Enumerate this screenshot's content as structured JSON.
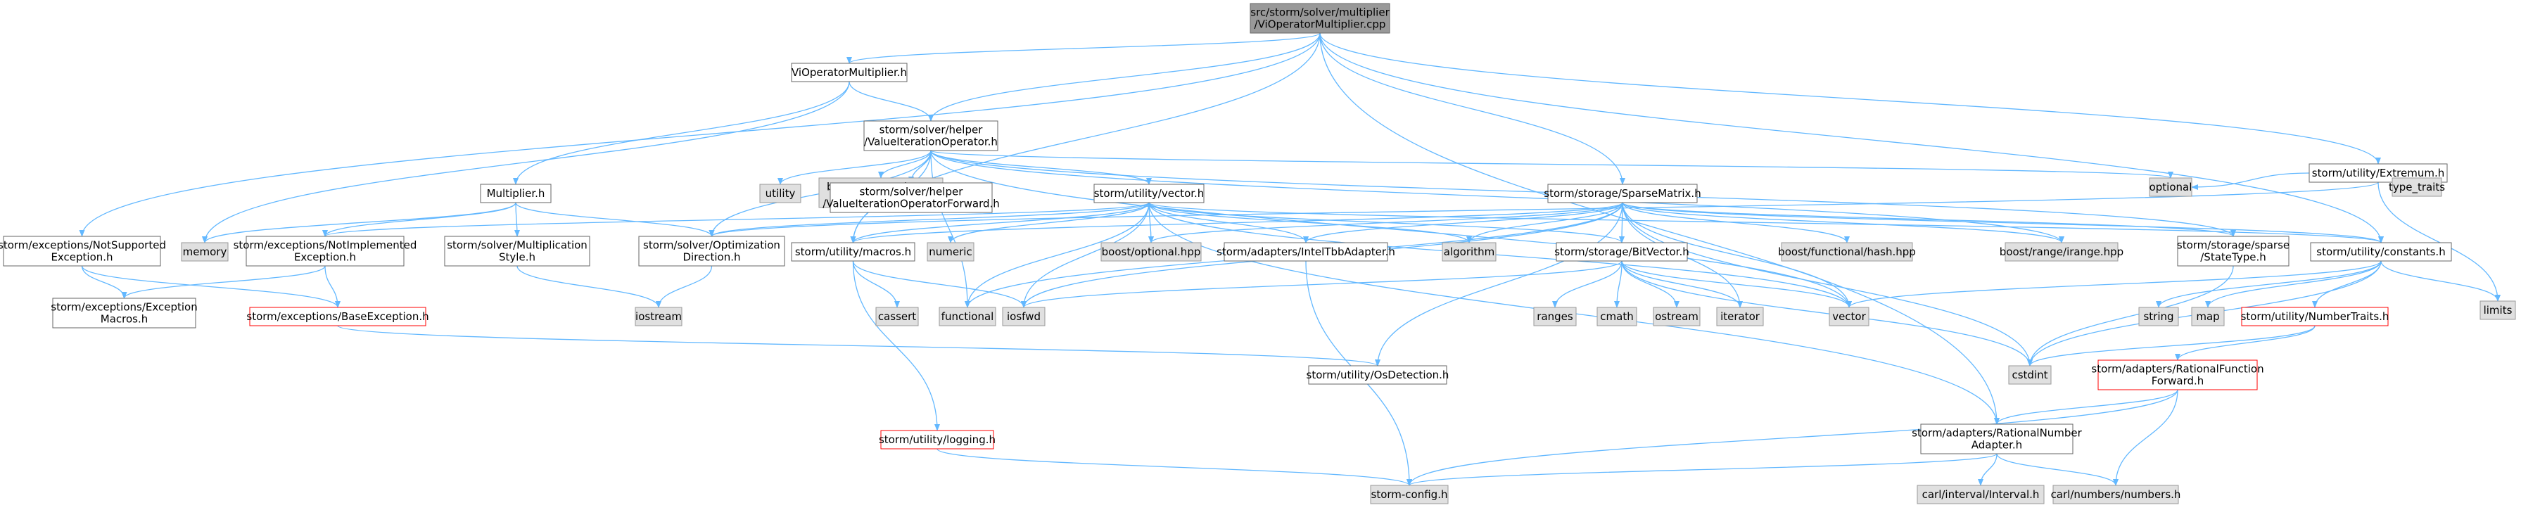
{
  "colors": {
    "edge": "#63b8ff",
    "node_border": "#666666",
    "node_fill": "#ffffff",
    "root_fill": "#999999",
    "root_border": "#666666",
    "system_fill": "#e0e0e0",
    "system_border": "#999999",
    "missing_border": "#ff0000"
  },
  "nodes": [
    {
      "id": "root",
      "kind": "root",
      "lines": [
        "src/storm/solver/multiplier",
        "/ViOperatorMultiplier.cpp"
      ]
    },
    {
      "id": "vioperatormultiplier_h",
      "kind": "file",
      "lines": [
        "ViOperatorMultiplier.h"
      ]
    },
    {
      "id": "valueiterationoperator_h",
      "kind": "file",
      "lines": [
        "storm/solver/helper",
        "/ValueIterationOperator.h"
      ]
    },
    {
      "id": "extremum_h",
      "kind": "file",
      "lines": [
        "storm/utility/Extremum.h"
      ]
    },
    {
      "id": "multiplier_h",
      "kind": "file",
      "lines": [
        "Multiplier.h"
      ]
    },
    {
      "id": "utility",
      "kind": "system",
      "lines": [
        "utility"
      ]
    },
    {
      "id": "boost_reversed",
      "kind": "system",
      "lines": [
        "boost/range/adaptor",
        "/reversed.hpp"
      ]
    },
    {
      "id": "vi_forward_h",
      "kind": "file",
      "lines": [
        "storm/solver/helper",
        "/ValueIterationOperatorForward.h"
      ]
    },
    {
      "id": "vector_h",
      "kind": "file",
      "lines": [
        "storm/utility/vector.h"
      ]
    },
    {
      "id": "sparsematrix_h",
      "kind": "file",
      "lines": [
        "storm/storage/SparseMatrix.h"
      ]
    },
    {
      "id": "optional",
      "kind": "system",
      "lines": [
        "optional"
      ]
    },
    {
      "id": "type_traits",
      "kind": "system",
      "lines": [
        "type_traits"
      ]
    },
    {
      "id": "notsupported_h",
      "kind": "file",
      "lines": [
        "storm/exceptions/NotSupported",
        "Exception.h"
      ]
    },
    {
      "id": "memory",
      "kind": "system",
      "lines": [
        "memory"
      ]
    },
    {
      "id": "notimplemented_h",
      "kind": "file",
      "lines": [
        "storm/exceptions/NotImplemented",
        "Exception.h"
      ]
    },
    {
      "id": "multstyle_h",
      "kind": "file",
      "lines": [
        "storm/solver/Multiplication",
        "Style.h"
      ]
    },
    {
      "id": "optdir_h",
      "kind": "file",
      "lines": [
        "storm/solver/Optimization",
        "Direction.h"
      ]
    },
    {
      "id": "macros_h",
      "kind": "file",
      "lines": [
        "storm/utility/macros.h"
      ]
    },
    {
      "id": "numeric",
      "kind": "system",
      "lines": [
        "numeric"
      ]
    },
    {
      "id": "boost_optional",
      "kind": "system",
      "lines": [
        "boost/optional.hpp"
      ]
    },
    {
      "id": "inteltbb_h",
      "kind": "file",
      "lines": [
        "storm/adapters/IntelTbbAdapter.h"
      ]
    },
    {
      "id": "algorithm",
      "kind": "system",
      "lines": [
        "algorithm"
      ]
    },
    {
      "id": "bitvector_h",
      "kind": "file",
      "lines": [
        "storm/storage/BitVector.h"
      ]
    },
    {
      "id": "boost_hash",
      "kind": "system",
      "lines": [
        "boost/functional/hash.hpp"
      ]
    },
    {
      "id": "boost_irange",
      "kind": "system",
      "lines": [
        "boost/range/irange.hpp"
      ]
    },
    {
      "id": "statetype_h",
      "kind": "file",
      "lines": [
        "storm/storage/sparse",
        "/StateType.h"
      ]
    },
    {
      "id": "constants_h",
      "kind": "file",
      "lines": [
        "storm/utility/constants.h"
      ]
    },
    {
      "id": "limits",
      "kind": "system",
      "lines": [
        "limits"
      ]
    },
    {
      "id": "exmacros_h",
      "kind": "file",
      "lines": [
        "storm/exceptions/Exception",
        "Macros.h"
      ]
    },
    {
      "id": "baseexception_h",
      "kind": "missing",
      "lines": [
        "storm/exceptions/BaseException.h"
      ]
    },
    {
      "id": "iostream",
      "kind": "system",
      "lines": [
        "iostream"
      ]
    },
    {
      "id": "cassert",
      "kind": "system",
      "lines": [
        "cassert"
      ]
    },
    {
      "id": "functional",
      "kind": "system",
      "lines": [
        "functional"
      ]
    },
    {
      "id": "iosfwd",
      "kind": "system",
      "lines": [
        "iosfwd"
      ]
    },
    {
      "id": "ranges",
      "kind": "system",
      "lines": [
        "ranges"
      ]
    },
    {
      "id": "cmath",
      "kind": "system",
      "lines": [
        "cmath"
      ]
    },
    {
      "id": "ostream",
      "kind": "system",
      "lines": [
        "ostream"
      ]
    },
    {
      "id": "iterator",
      "kind": "system",
      "lines": [
        "iterator"
      ]
    },
    {
      "id": "vector",
      "kind": "system",
      "lines": [
        "vector"
      ]
    },
    {
      "id": "string",
      "kind": "system",
      "lines": [
        "string"
      ]
    },
    {
      "id": "map",
      "kind": "system",
      "lines": [
        "map"
      ]
    },
    {
      "id": "numbertraits_h",
      "kind": "missing",
      "lines": [
        "storm/utility/NumberTraits.h"
      ]
    },
    {
      "id": "cstdint",
      "kind": "system",
      "lines": [
        "cstdint"
      ]
    },
    {
      "id": "osdetection_h",
      "kind": "file",
      "lines": [
        "storm/utility/OsDetection.h"
      ]
    },
    {
      "id": "rationalfuncfwd_h",
      "kind": "missing",
      "lines": [
        "storm/adapters/RationalFunction",
        "Forward.h"
      ]
    },
    {
      "id": "logging_h",
      "kind": "missing",
      "lines": [
        "storm/utility/logging.h"
      ]
    },
    {
      "id": "rationalnumber_h",
      "kind": "file",
      "lines": [
        "storm/adapters/RationalNumber",
        "Adapter.h"
      ]
    },
    {
      "id": "carl_interval",
      "kind": "system",
      "lines": [
        "carl/interval/Interval.h"
      ]
    },
    {
      "id": "carl_numbers",
      "kind": "system",
      "lines": [
        "carl/numbers/numbers.h"
      ]
    },
    {
      "id": "storm_config",
      "kind": "system",
      "lines": [
        "storm-config.h"
      ]
    }
  ],
  "edges": [
    [
      "root",
      "vioperatormultiplier_h"
    ],
    [
      "root",
      "valueiterationoperator_h"
    ],
    [
      "root",
      "extremum_h"
    ],
    [
      "root",
      "notsupported_h"
    ],
    [
      "root",
      "macros_h"
    ],
    [
      "root",
      "sparsematrix_h"
    ],
    [
      "root",
      "constants_h"
    ],
    [
      "root",
      "rationalnumber_h"
    ],
    [
      "vioperatormultiplier_h",
      "valueiterationoperator_h"
    ],
    [
      "vioperatormultiplier_h",
      "multiplier_h"
    ],
    [
      "vioperatormultiplier_h",
      "memory"
    ],
    [
      "valueiterationoperator_h",
      "utility"
    ],
    [
      "valueiterationoperator_h",
      "boost_reversed"
    ],
    [
      "valueiterationoperator_h",
      "vi_forward_h"
    ],
    [
      "valueiterationoperator_h",
      "vector_h"
    ],
    [
      "valueiterationoperator_h",
      "optional"
    ],
    [
      "valueiterationoperator_h",
      "macros_h"
    ],
    [
      "valueiterationoperator_h",
      "functional"
    ],
    [
      "valueiterationoperator_h",
      "boost_irange"
    ],
    [
      "valueiterationoperator_h",
      "statetype_h"
    ],
    [
      "valueiterationoperator_h",
      "vector"
    ],
    [
      "valueiterationoperator_h",
      "optdir_h"
    ],
    [
      "extremum_h",
      "optional"
    ],
    [
      "extremum_h",
      "type_traits"
    ],
    [
      "extremum_h",
      "limits"
    ],
    [
      "extremum_h",
      "optdir_h"
    ],
    [
      "multiplier_h",
      "memory"
    ],
    [
      "multiplier_h",
      "multstyle_h"
    ],
    [
      "multiplier_h",
      "optdir_h"
    ],
    [
      "multiplier_h",
      "notimplemented_h"
    ],
    [
      "vector_h",
      "optdir_h"
    ],
    [
      "vector_h",
      "macros_h"
    ],
    [
      "vector_h",
      "numeric"
    ],
    [
      "vector_h",
      "boost_optional"
    ],
    [
      "vector_h",
      "inteltbb_h"
    ],
    [
      "vector_h",
      "algorithm"
    ],
    [
      "vector_h",
      "bitvector_h"
    ],
    [
      "vector_h",
      "constants_h"
    ],
    [
      "vector_h",
      "functional"
    ],
    [
      "vector_h",
      "iosfwd"
    ],
    [
      "vector_h",
      "vector"
    ],
    [
      "vector_h",
      "notimplemented_h"
    ],
    [
      "vector_h",
      "rationalnumber_h"
    ],
    [
      "sparsematrix_h",
      "algorithm"
    ],
    [
      "sparsematrix_h",
      "boost_optional"
    ],
    [
      "sparsematrix_h",
      "boost_hash"
    ],
    [
      "sparsematrix_h",
      "boost_irange"
    ],
    [
      "sparsematrix_h",
      "statetype_h"
    ],
    [
      "sparsematrix_h",
      "constants_h"
    ],
    [
      "sparsematrix_h",
      "bitvector_h"
    ],
    [
      "sparsematrix_h",
      "inteltbb_h"
    ],
    [
      "sparsematrix_h",
      "macros_h"
    ],
    [
      "sparsematrix_h",
      "iterator"
    ],
    [
      "sparsematrix_h",
      "vector"
    ],
    [
      "sparsematrix_h",
      "cstdint"
    ],
    [
      "sparsematrix_h",
      "osdetection_h"
    ],
    [
      "sparsematrix_h",
      "functional"
    ],
    [
      "sparsematrix_h",
      "iosfwd"
    ],
    [
      "notsupported_h",
      "exmacros_h"
    ],
    [
      "notsupported_h",
      "baseexception_h"
    ],
    [
      "notimplemented_h",
      "exmacros_h"
    ],
    [
      "notimplemented_h",
      "baseexception_h"
    ],
    [
      "baseexception_h",
      "osdetection_h"
    ],
    [
      "multstyle_h",
      "iostream"
    ],
    [
      "optdir_h",
      "iostream"
    ],
    [
      "macros_h",
      "cassert"
    ],
    [
      "macros_h",
      "iosfwd"
    ],
    [
      "macros_h",
      "logging_h"
    ],
    [
      "inteltbb_h",
      "storm_config"
    ],
    [
      "bitvector_h",
      "ranges"
    ],
    [
      "bitvector_h",
      "cmath"
    ],
    [
      "bitvector_h",
      "ostream"
    ],
    [
      "bitvector_h",
      "iterator"
    ],
    [
      "bitvector_h",
      "vector"
    ],
    [
      "bitvector_h",
      "cstdint"
    ],
    [
      "bitvector_h",
      "iosfwd"
    ],
    [
      "statetype_h",
      "cstdint"
    ],
    [
      "constants_h",
      "string"
    ],
    [
      "constants_h",
      "map"
    ],
    [
      "constants_h",
      "limits"
    ],
    [
      "constants_h",
      "numbertraits_h"
    ],
    [
      "constants_h",
      "cstdint"
    ],
    [
      "constants_h",
      "vector"
    ],
    [
      "numbertraits_h",
      "rationalfuncfwd_h"
    ],
    [
      "numbertraits_h",
      "cstdint"
    ],
    [
      "rationalfuncfwd_h",
      "rationalnumber_h"
    ],
    [
      "rationalfuncfwd_h",
      "carl_numbers"
    ],
    [
      "rationalfuncfwd_h",
      "storm_config"
    ],
    [
      "rationalnumber_h",
      "carl_interval"
    ],
    [
      "rationalnumber_h",
      "carl_numbers"
    ],
    [
      "rationalnumber_h",
      "storm_config"
    ],
    [
      "logging_h",
      "storm_config"
    ]
  ]
}
